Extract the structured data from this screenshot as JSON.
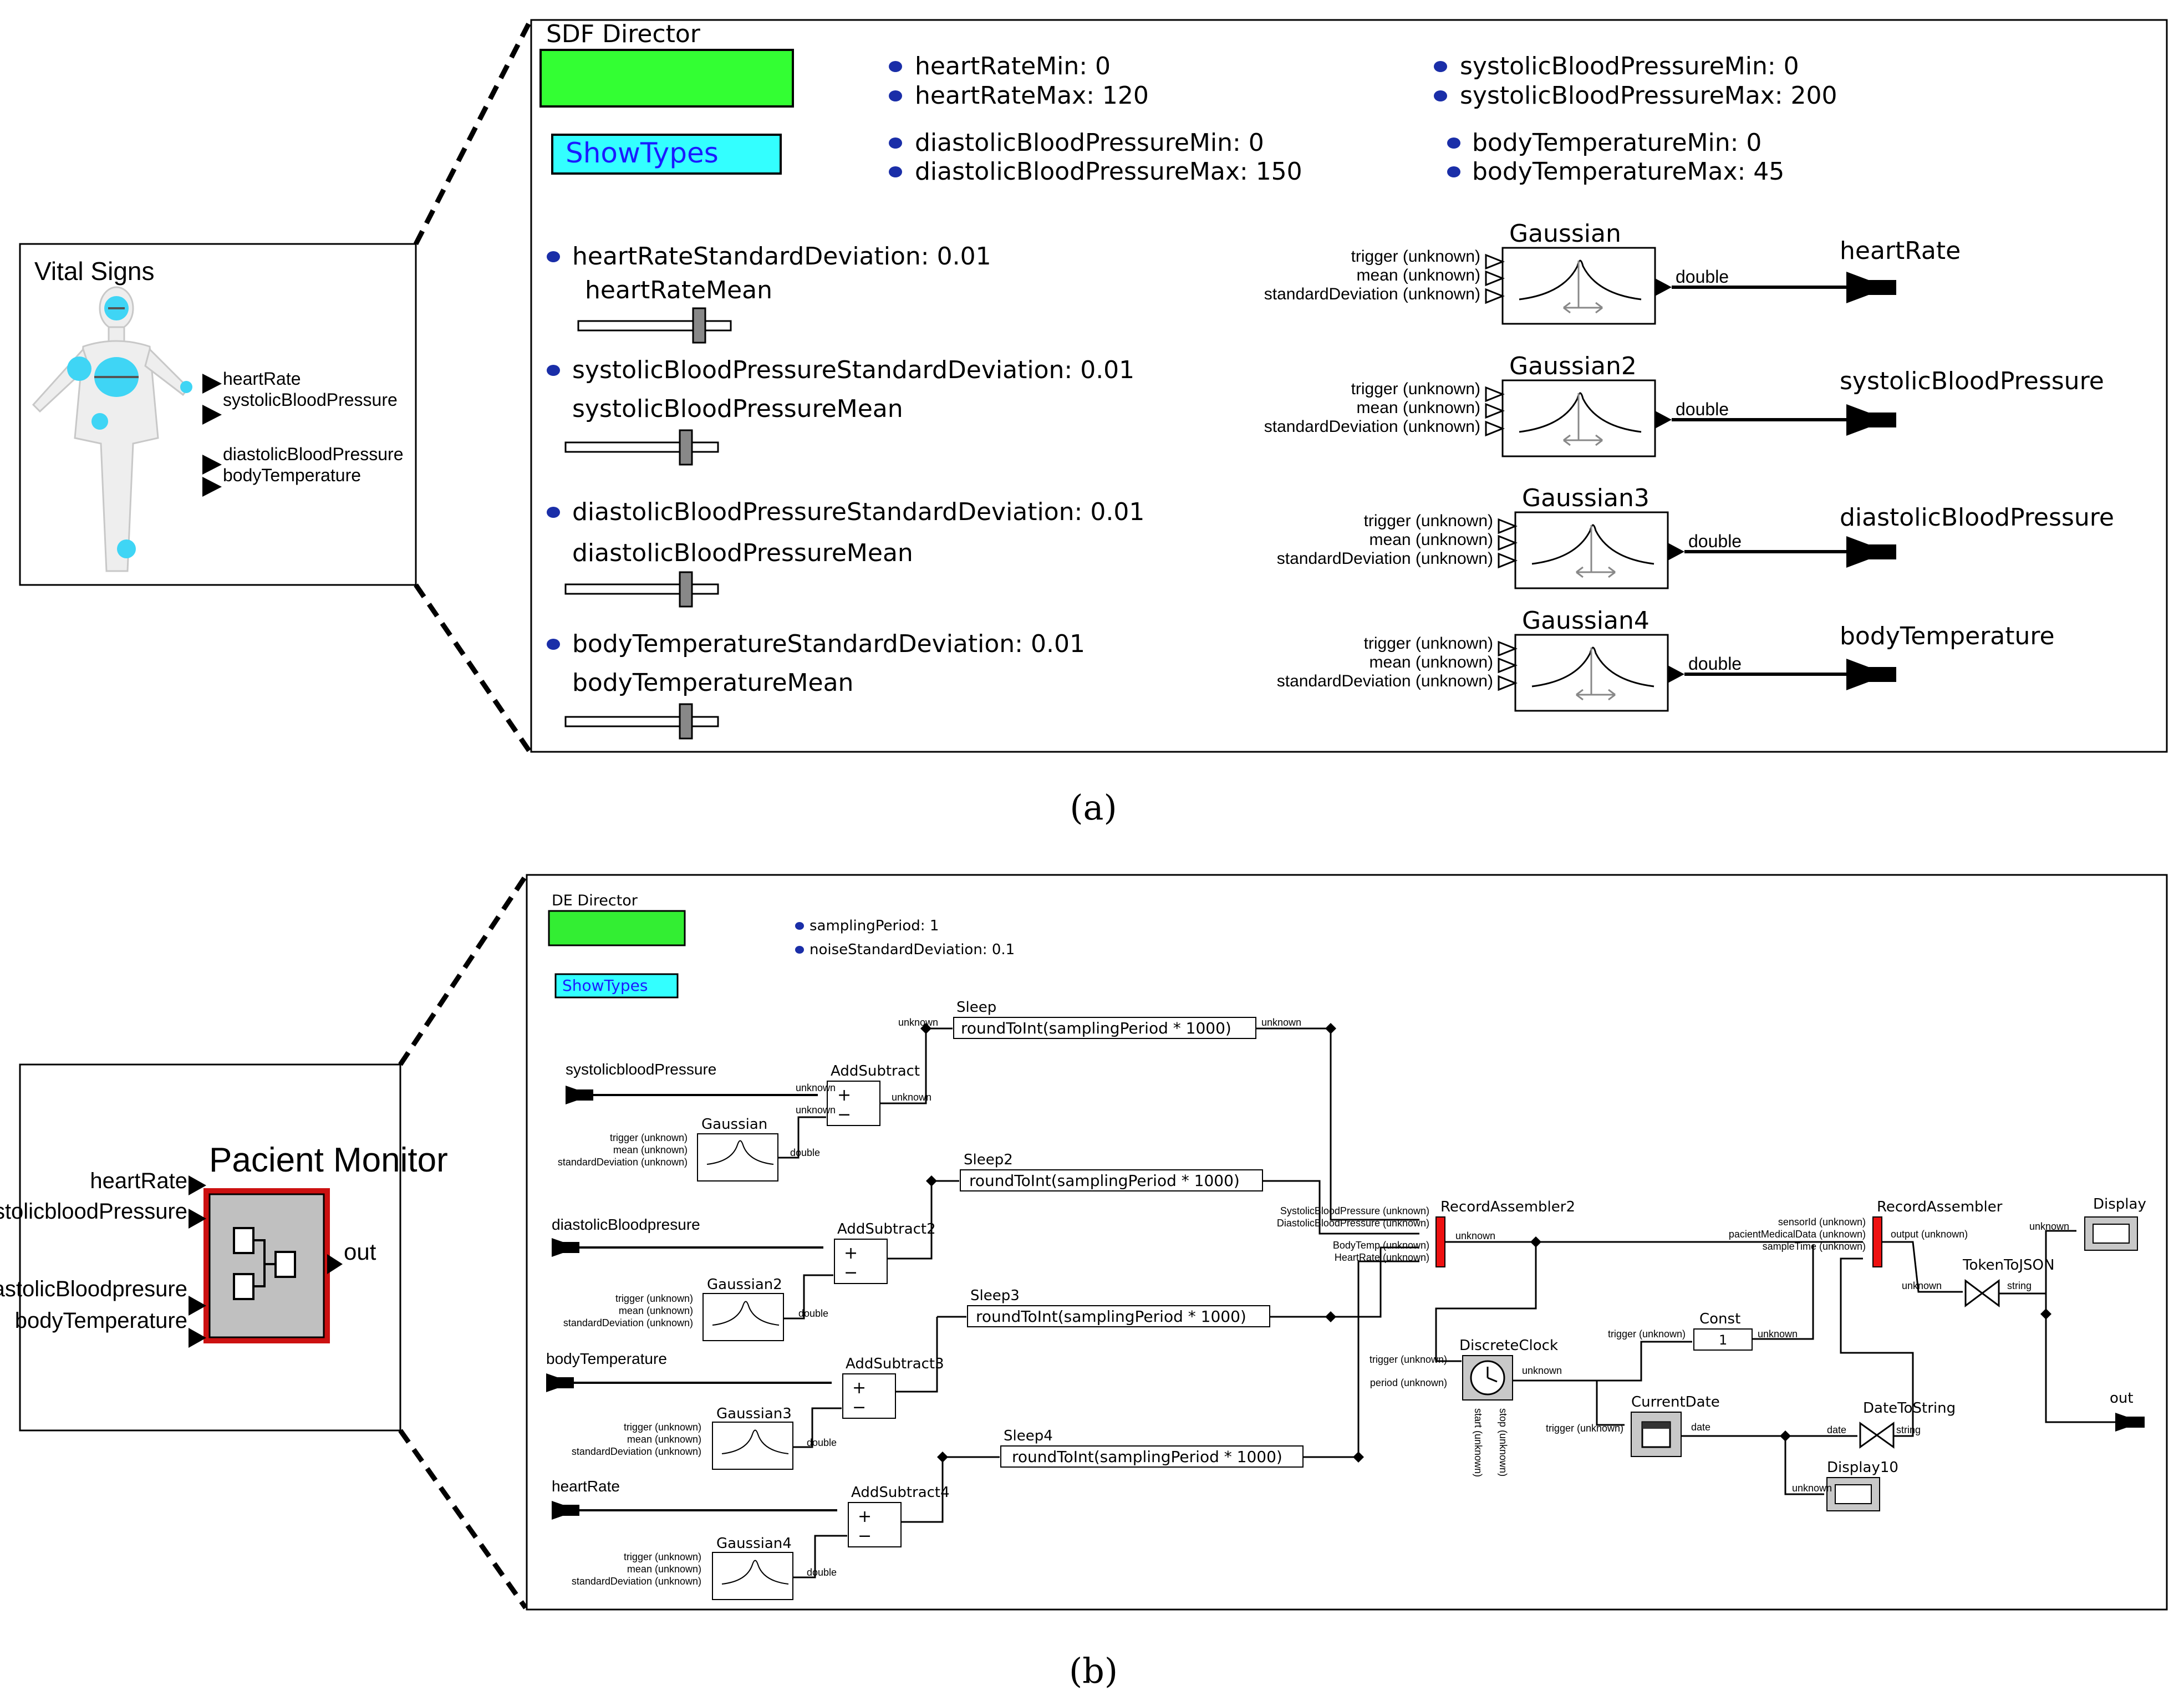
{
  "panel_a": {
    "caption": "(a)",
    "vital_signs_block": {
      "title": "Vital Signs",
      "ports": [
        "heartRate",
        "systolicBloodPressure",
        "diastolicBloodPressure",
        "bodyTemperature"
      ]
    },
    "director": "SDF Director",
    "show_types": "ShowTypes",
    "params": [
      "heartRateMin: 0",
      "heartRateMax: 120",
      "systolicBloodPressureMin: 0",
      "systolicBloodPressureMax: 200",
      "diastolicBloodPressureMin: 0",
      "diastolicBloodPressureMax: 150",
      "bodyTemperatureMin: 0",
      "bodyTemperatureMax: 45"
    ],
    "std_params": [
      "heartRateStandardDeviation: 0.01",
      "systolicBloodPressureStandardDeviation: 0.01",
      "diastolicBloodPressureStandardDeviation: 0.01",
      "bodyTemperatureStandardDeviation: 0.01"
    ],
    "means": [
      "heartRateMean",
      "systolicBloodPressureMean",
      "diastolicBloodPressureMean",
      "bodyTemperatureMean"
    ],
    "gaussians": [
      "Gaussian",
      "Gaussian2",
      "Gaussian3",
      "Gaussian4"
    ],
    "gaussian_inputs": [
      "trigger (unknown)",
      "mean (unknown)",
      "standardDeviation (unknown)"
    ],
    "out_type": "double",
    "outputs": [
      "heartRate",
      "systolicBloodPressure",
      "diastolicBloodPressure",
      "bodyTemperature"
    ]
  },
  "panel_b": {
    "caption": "(b)",
    "monitor_block": {
      "title": "Pacient Monitor",
      "ports": [
        "heartRate",
        "systolicbloodPressure",
        "diastolicBloodpresure",
        "bodyTemperature"
      ],
      "out": "out"
    },
    "director": "DE Director",
    "show_types": "ShowTypes",
    "params": [
      "samplingPeriod: 1",
      "noiseStandardDeviation: 0.1"
    ],
    "inputs": [
      "systolicbloodPressure",
      "diastolicBloodpresure",
      "bodyTemperature",
      "heartRate"
    ],
    "gaussians": [
      "Gaussian",
      "Gaussian2",
      "Gaussian3",
      "Gaussian4"
    ],
    "gaussian_inputs": [
      "trigger (unknown)",
      "mean (unknown)",
      "standardDeviation (unknown)"
    ],
    "add_subtracts": [
      "AddSubtract",
      "AddSubtract2",
      "AddSubtract3",
      "AddSubtract4"
    ],
    "sleeps": [
      "Sleep",
      "Sleep2",
      "Sleep3",
      "Sleep4"
    ],
    "sleep_expr": "roundToInt(samplingPeriod * 1000)",
    "unknown": "unknown",
    "double": "double",
    "record_assembler2": {
      "title": "RecordAssembler2",
      "inputs": [
        "SystolicBloodPressure (unknown)",
        "DiastolicBloodPressure (unknown)",
        "BodyTemp (unknown)",
        "HeartRate (unknown)"
      ]
    },
    "record_assembler": {
      "title": "RecordAssembler",
      "inputs": [
        "sensorId (unknown)",
        "pacientMedicalData (unknown)",
        "sampleTime (unknown)"
      ],
      "output": "output (unknown)"
    },
    "discrete_clock": {
      "title": "DiscreteClock",
      "inputs": [
        "trigger (unknown)",
        "period (unknown)"
      ],
      "bottom": [
        "start (unknown)",
        "stop (unknown)"
      ]
    },
    "const": {
      "title": "Const",
      "value": "1"
    },
    "current_date": {
      "title": "CurrentDate",
      "out": "date"
    },
    "date_to_string": {
      "title": "DateToString",
      "in": "date",
      "out": "string"
    },
    "token_to_json": {
      "title": "TokenToJSON",
      "out": "string"
    },
    "display": "Display",
    "display10": "Display10",
    "out": "out"
  }
}
